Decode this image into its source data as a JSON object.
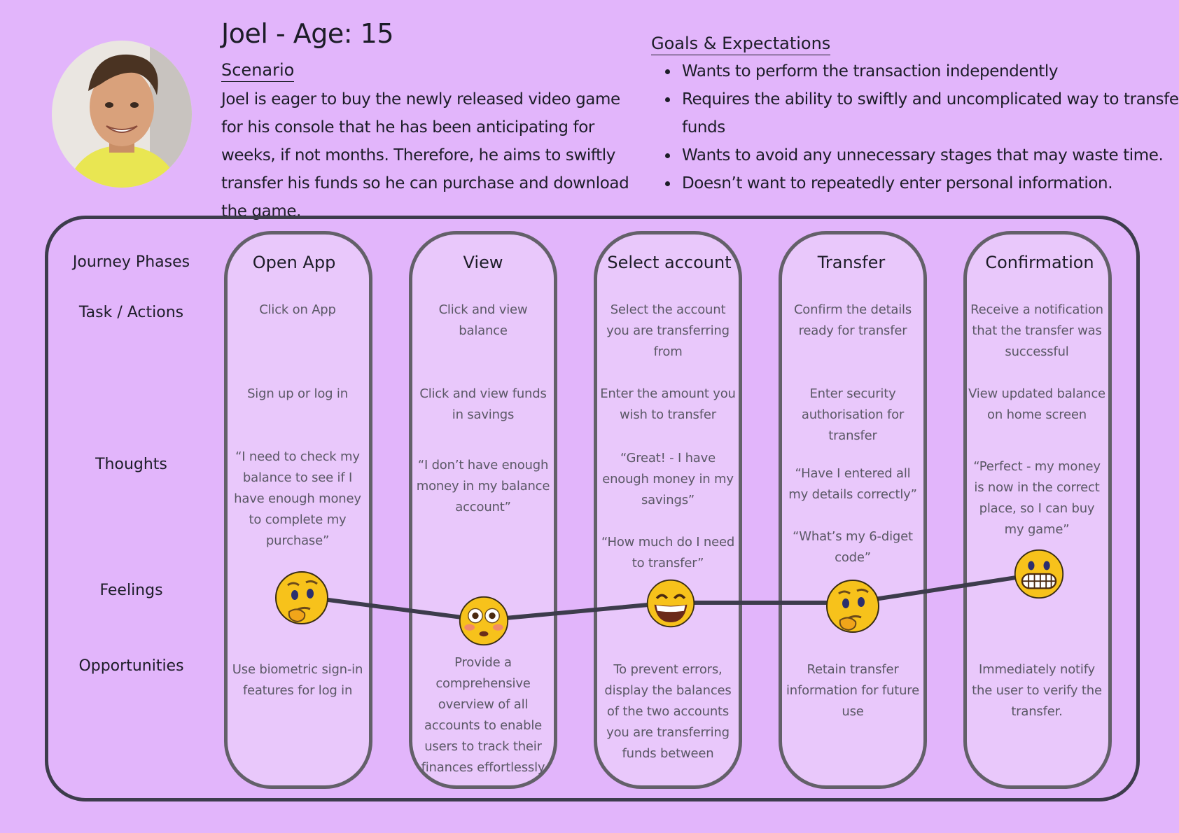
{
  "persona": {
    "title": "Joel - Age: 15",
    "scenario_heading": "Scenario",
    "scenario_text": "Joel is eager to buy the newly released video game for his console that he has been anticipating for weeks, if not months. Therefore, he aims to swiftly transfer his funds so he can purchase and download the game."
  },
  "goals": {
    "heading": "Goals & Expectations",
    "items": [
      "Wants to perform the transaction independently",
      "Requires the ability to swiftly and uncomplicated way to transfer funds",
      "Wants to avoid any unnecessary stages that may waste time.",
      "Doesn’t want to repeatedly enter personal information."
    ]
  },
  "row_labels": {
    "journey_phases": "Journey Phases",
    "tasks": "Task / Actions",
    "thoughts": "Thoughts",
    "feelings": "Feelings",
    "opportunities": "Opportunities"
  },
  "phases": [
    {
      "title": "Open App",
      "task1": "Click on App",
      "task2": "Sign up or log in",
      "thought1": "“I need to check my balance to see if I have enough money to complete my purchase”",
      "thought2": "",
      "feeling": "thinking-face",
      "opportunity": "Use biometric sign-in features for log in"
    },
    {
      "title": "View",
      "task1": "Click and view balance",
      "task2": "Click and view funds in savings",
      "thought1": "“I don’t have enough money in my balance account”",
      "thought2": "",
      "feeling": "flushed-face",
      "opportunity": "Provide a comprehensive overview of all accounts to enable users to track their finances effortlessly"
    },
    {
      "title": "Select account",
      "task1": "Select the account you are transferring from",
      "task2": "Enter the amount you wish to transfer",
      "thought1": "“Great! - I have enough money in my savings”",
      "thought2": "“How much do I need to transfer”",
      "feeling": "grinning-face",
      "opportunity": "To prevent errors, display the balances of the two accounts you are transferring funds between"
    },
    {
      "title": "Transfer",
      "task1": "Confirm the details ready for transfer",
      "task2": "Enter security authorisation for transfer",
      "thought1": "“Have I entered all my details correctly”",
      "thought2": "“What’s my 6-diget code”",
      "feeling": "thinking-face",
      "opportunity": "Retain transfer information for future use"
    },
    {
      "title": "Confirmation",
      "task1": "Receive a notification that the transfer was successful",
      "task2": "View updated balance on home screen",
      "thought1": "“Perfect - my money is now in the correct place, so I can buy my game”",
      "thought2": "",
      "feeling": "grimacing-face",
      "opportunity": "Immediately notify the user to verify the transfer."
    }
  ],
  "colors": {
    "background": "#e2b5fb",
    "column_fill": "#e9c8fb",
    "column_border": "#636069",
    "frame": "#3d3c4c",
    "emoji_yellow": "#f7c21b"
  }
}
